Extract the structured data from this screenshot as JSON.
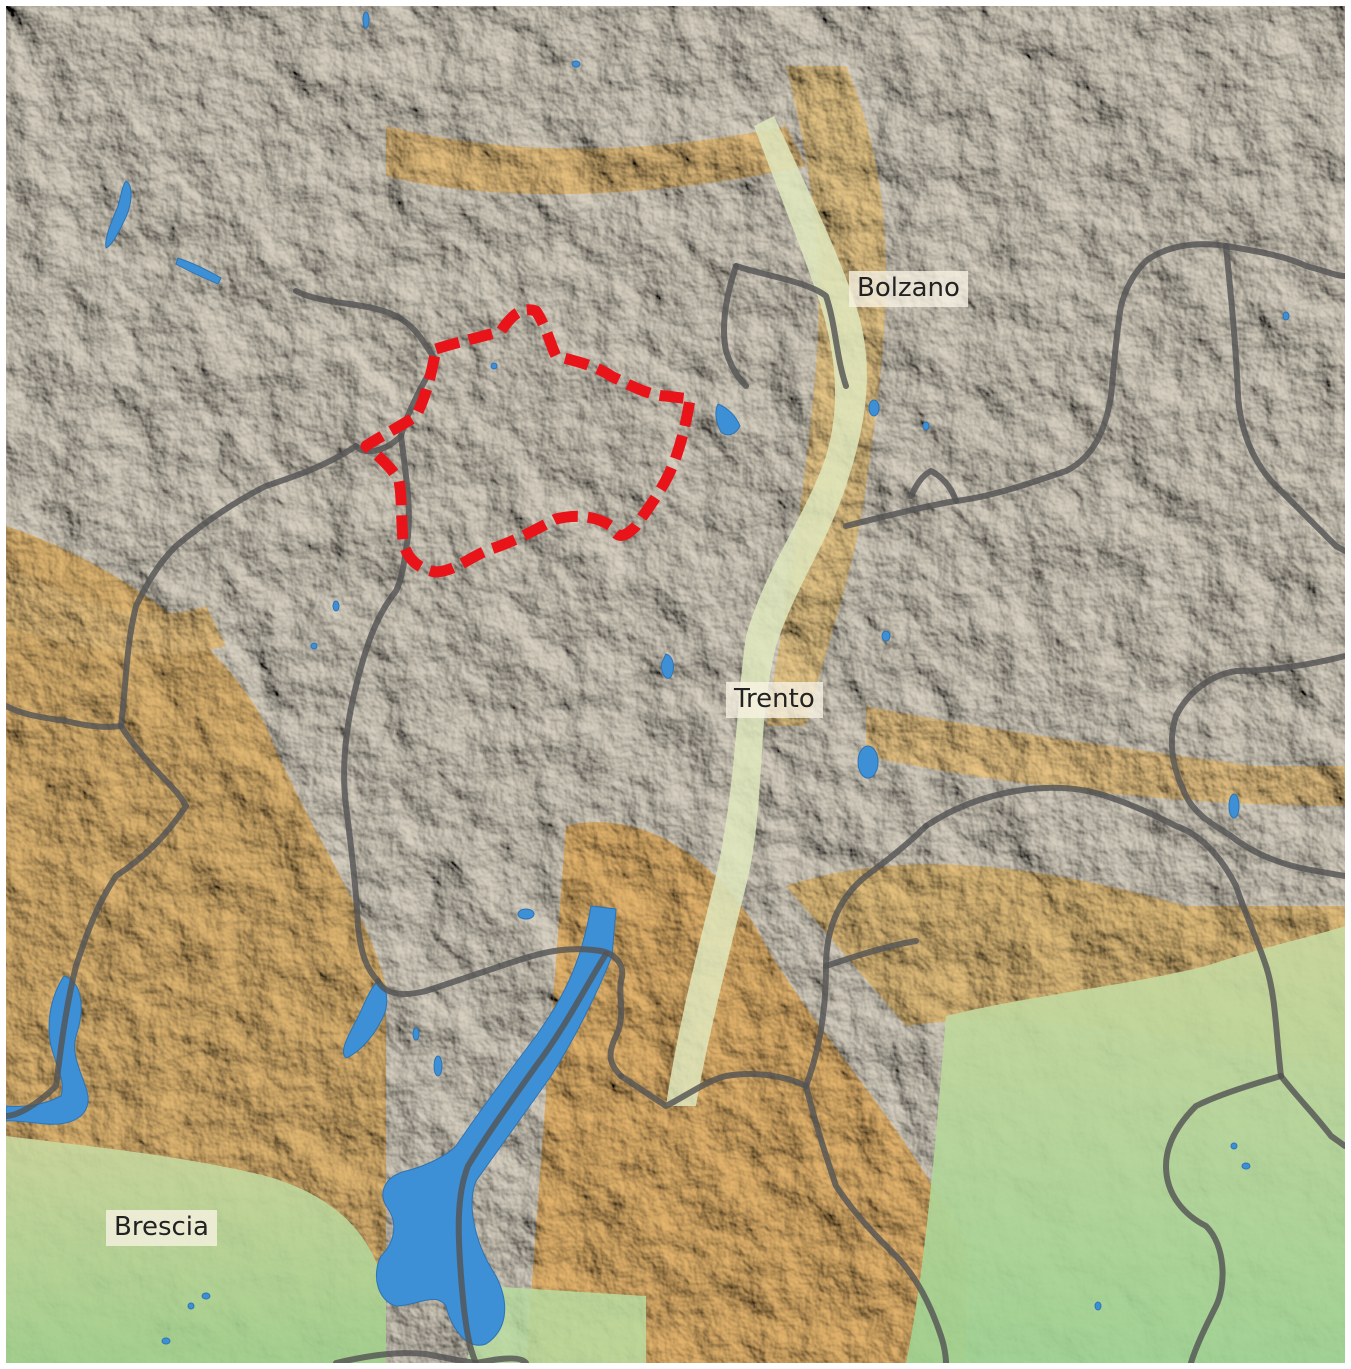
{
  "labels": {
    "bolzano": "Bolzano",
    "trento": "Trento",
    "brescia": "Brescia"
  },
  "colors": {
    "mountain": "#d9d2c1",
    "valley": "#e8b66f",
    "lowland": "#a8d98e",
    "water": "#3d8fd6",
    "border": "#545454",
    "study_area": "#e8141a"
  }
}
